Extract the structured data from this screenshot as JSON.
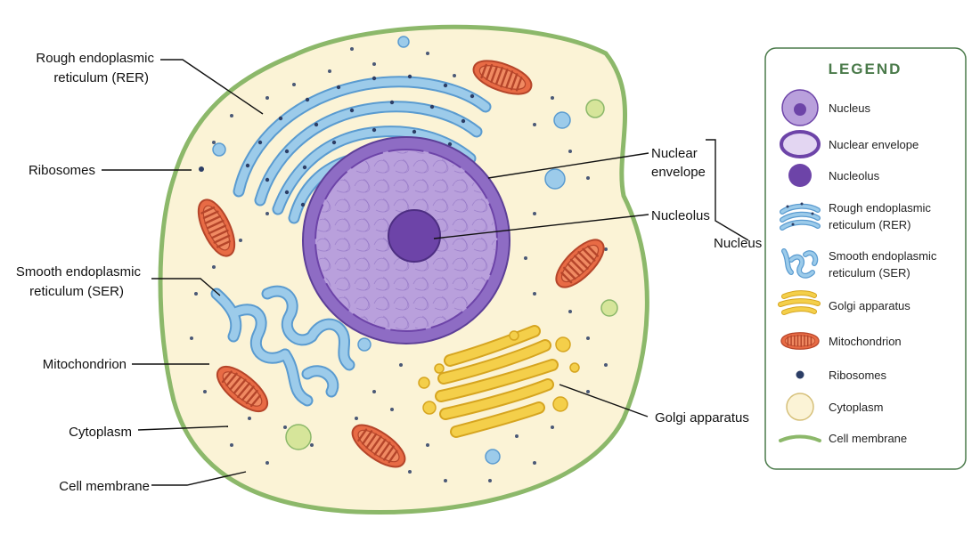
{
  "labels": {
    "rer": [
      "Rough endoplasmic",
      "reticulum (RER)"
    ],
    "ribosomes": "Ribosomes",
    "ser": [
      "Smooth endoplasmic",
      "reticulum (SER)"
    ],
    "mitochondrion": "Mitochondrion",
    "cytoplasm": "Cytoplasm",
    "cell_membrane": "Cell membrane",
    "nuclear_envelope": [
      "Nuclear",
      "envelope"
    ],
    "nucleolus": "Nucleolus",
    "nucleus": "Nucleus",
    "golgi": "Golgi apparatus"
  },
  "legend": {
    "title": "LEGEND",
    "items": [
      {
        "icon": "nucleus-icon",
        "label": [
          "Nucleus"
        ]
      },
      {
        "icon": "nuclear-envelope-icon",
        "label": [
          "Nuclear envelope"
        ]
      },
      {
        "icon": "nucleolus-icon",
        "label": [
          "Nucleolus"
        ]
      },
      {
        "icon": "rer-icon",
        "label": [
          "Rough endoplasmic",
          "reticulum (RER)"
        ]
      },
      {
        "icon": "ser-icon",
        "label": [
          "Smooth endoplasmic",
          "reticulum (SER)"
        ]
      },
      {
        "icon": "golgi-icon",
        "label": [
          "Golgi apparatus"
        ]
      },
      {
        "icon": "mitochondrion-icon",
        "label": [
          "Mitochondrion"
        ]
      },
      {
        "icon": "ribosome-icon",
        "label": [
          "Ribosomes"
        ]
      },
      {
        "icon": "cytoplasm-icon",
        "label": [
          "Cytoplasm"
        ]
      },
      {
        "icon": "cell-membrane-icon",
        "label": [
          "Cell membrane"
        ]
      }
    ]
  },
  "colors": {
    "membrane": "#8cb86a",
    "cytoplasm": "#fbf3d6",
    "nucleus": "#8e6cc4",
    "nucleoplasm": "#b9a0dc",
    "nucleolus": "#6d44a8",
    "er": "#9ccbea",
    "er_stroke": "#5a9bd0",
    "golgi": "#f4cf4a",
    "golgi_stroke": "#d6a520",
    "mito": "#e86b45",
    "mito_stroke": "#b5452a",
    "ribosome": "#2c3e66",
    "legend_border": "#4a7a4a"
  }
}
